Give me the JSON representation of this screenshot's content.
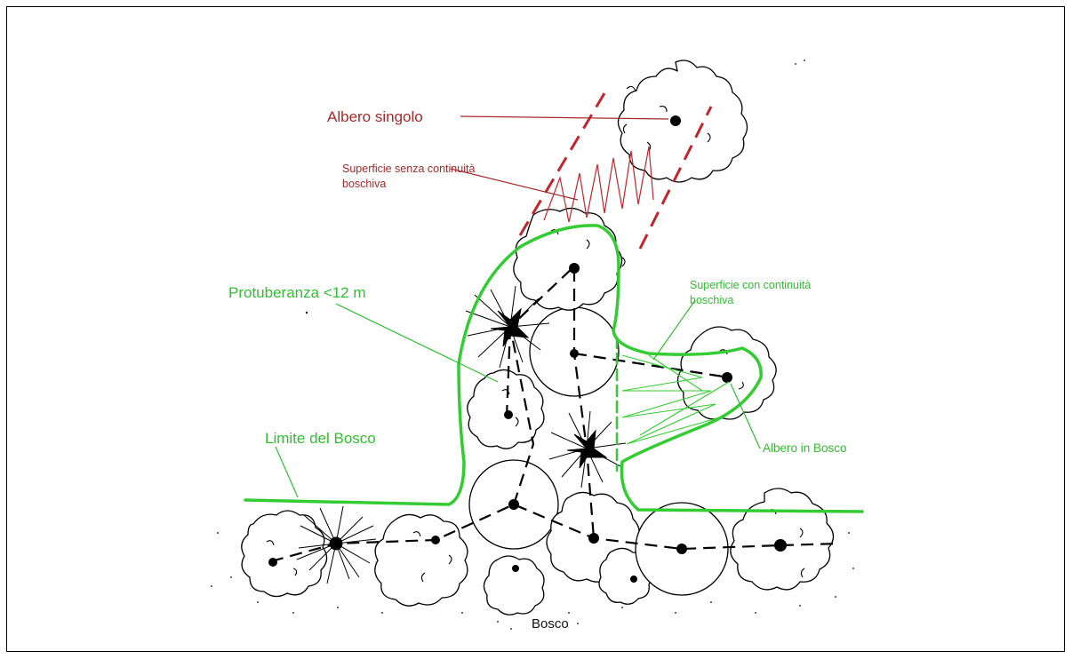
{
  "labels": {
    "albero_singolo": "Albero singolo",
    "superficie_senza_1": "Superficie senza continuità",
    "superficie_senza_2": "boschiva",
    "protuberanza": "Protuberanza <12 m",
    "superficie_con_1": "Superficie con continuità",
    "superficie_con_2": "boschiva",
    "limite_bosco": "Limite del Bosco",
    "albero_in_bosco": "Albero in Bosco",
    "bosco": "Bosco"
  },
  "colors": {
    "boundary_green": "#33cc33",
    "label_green": "#2fbf2f",
    "label_red": "#a52a2a",
    "dashed_red": "#c0262b",
    "ink": "#000000"
  }
}
